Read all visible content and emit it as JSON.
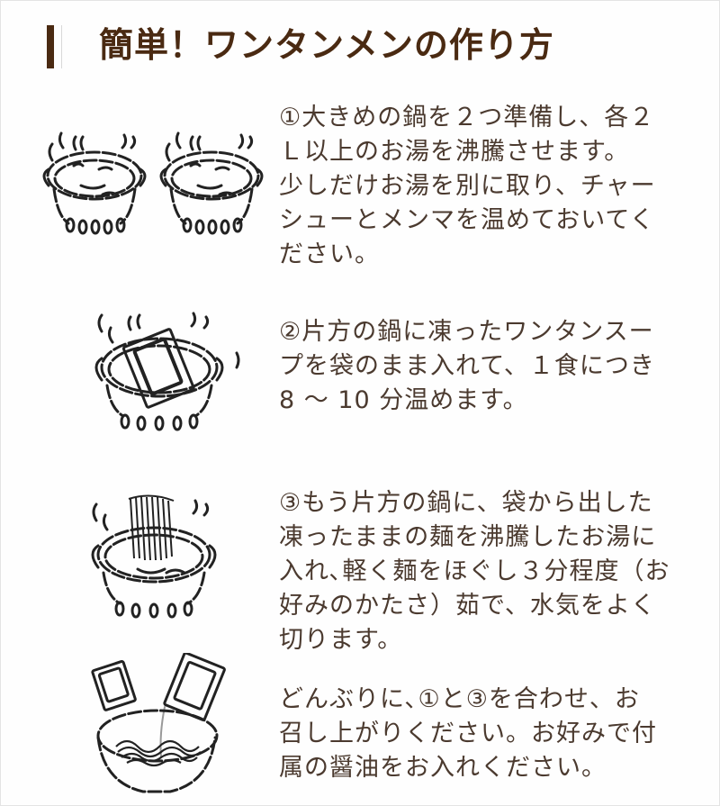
{
  "title": "簡単！ワンタンメンの作り方",
  "colors": {
    "title": "#4a2a12",
    "body_text": "#4b3a2f",
    "accent_bar": "#4a2a12",
    "illustration_ink": "#222222"
  },
  "steps": [
    {
      "number": "①",
      "text": "①大きめの鍋を２つ準備し、各２\n Ｌ以上のお湯を沸騰させます。\n少しだけお湯を別に取り、チャー\nシューとメンマを温めておいてく\nださい。",
      "illustration": "two-boiling-pots-icon"
    },
    {
      "number": "②",
      "text": "②片方の鍋に凍ったワンタンスー\nプを袋のまま入れて、１食につき\n8 ～ 10 分温めます。",
      "illustration": "pot-with-soup-packet-icon"
    },
    {
      "number": "③",
      "text": "③もう片方の鍋に、袋から出した\n凍ったままの麺を沸騰したお湯に\n入れ､軽く麺をほぐし３分程度（お\n好みのかたさ）茹で、水気をよく\n切ります。",
      "illustration": "pot-with-noodles-icon"
    },
    {
      "number": "",
      "text": "どんぶりに､①と③を合わせ、お\n召し上がりください。お好みで付\n属の醤油をお入れください。",
      "illustration": "bowl-with-sauce-packets-icon"
    }
  ]
}
